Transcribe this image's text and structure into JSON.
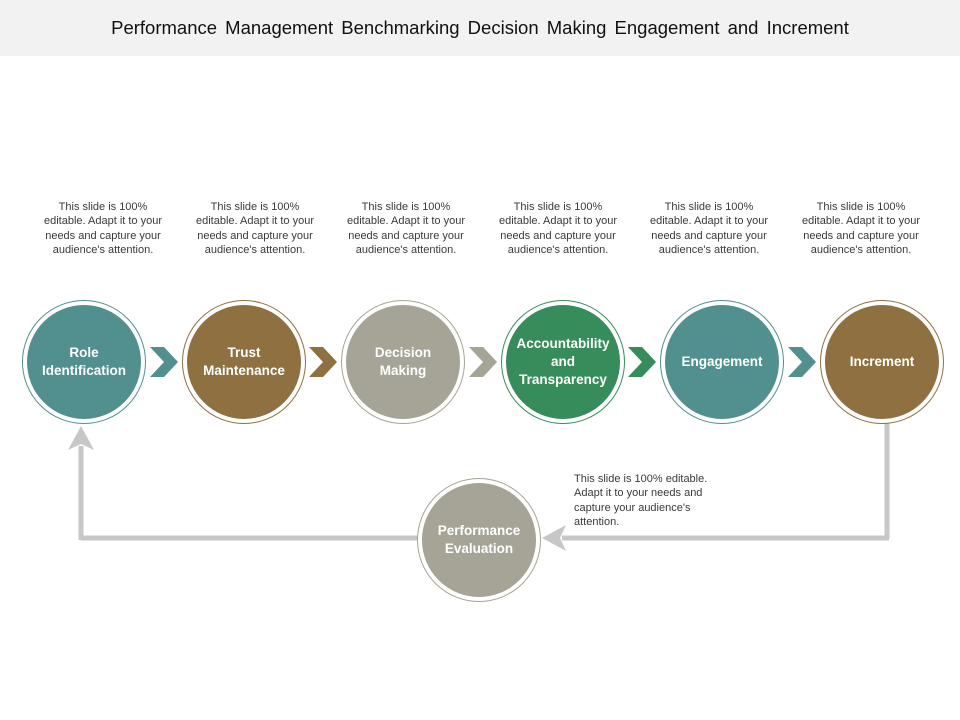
{
  "title": "Performance Management  Benchmarking  Decision Making  Engagement  and Increment",
  "colors": {
    "teal": "#52908f",
    "brown": "#8f7041",
    "gray": "#a5a496",
    "green": "#378c5b",
    "connector": "#c7c7c7"
  },
  "steps": [
    {
      "label": "Role Identification",
      "color": "#52908f",
      "desc": "This slide is 100% editable. Adapt it to your needs and capture your audience's attention."
    },
    {
      "label": "Trust Maintenance",
      "color": "#8f7041",
      "desc": "This slide is 100% editable. Adapt it to your needs and capture your audience's attention."
    },
    {
      "label": "Decision Making",
      "color": "#a5a496",
      "desc": "This slide is 100% editable. Adapt it to your needs and capture your audience's attention."
    },
    {
      "label": "Accountability and Transparency",
      "color": "#378c5b",
      "desc": "This slide is 100% editable. Adapt it to your needs and capture your audience's attention."
    },
    {
      "label": "Engagement",
      "color": "#52908f",
      "desc": "This slide is 100% editable. Adapt it to your needs and capture your audience's attention."
    },
    {
      "label": "Increment",
      "color": "#8f7041",
      "desc": "This slide is 100% editable. Adapt it to your needs and capture your audience's attention."
    }
  ],
  "arrow_colors": [
    "#52908f",
    "#8f7041",
    "#a5a496",
    "#378c5b",
    "#52908f"
  ],
  "evaluation": {
    "label": "Performance Evaluation",
    "color": "#a5a496",
    "desc": "This slide is 100% editable. Adapt it to your needs and capture your audience's attention."
  }
}
